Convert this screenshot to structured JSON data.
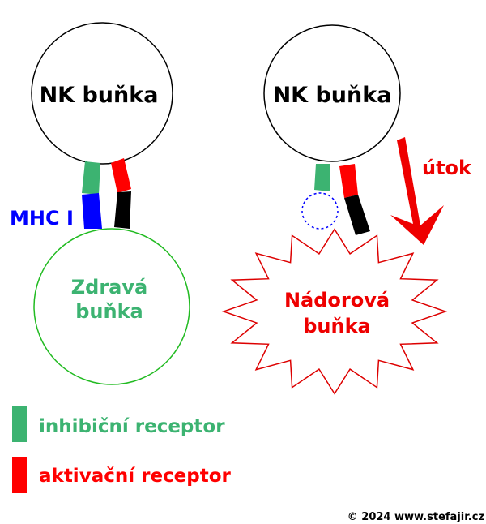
{
  "cells": {
    "nk_left": "NK buňka",
    "nk_right": "NK buňka",
    "healthy": [
      "Zdravá",
      "buňka"
    ],
    "tumor": [
      "Nádorová",
      "buňka"
    ]
  },
  "labels": {
    "mhc": "MHC I",
    "attack": "útok"
  },
  "legend": [
    {
      "text": "inhibiční receptor",
      "color": "#3cb371"
    },
    {
      "text": "aktivační receptor",
      "color": "#ff0000"
    }
  ],
  "colors": {
    "inhibitory": "#3cb371",
    "activating": "#ff0000",
    "mhc": "#0000ff",
    "ligand": "#000000",
    "healthy_outline": "#22bb22",
    "tumor_outline": "#dd0000",
    "arrow": "#ee0000"
  },
  "copyright": "© 2024 www.stefajir.cz"
}
